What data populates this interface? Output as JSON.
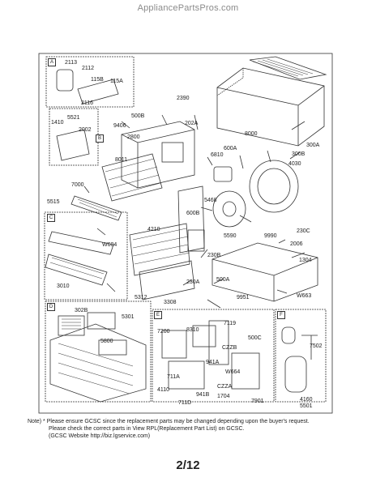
{
  "site": {
    "name": "AppliancePartsPros.com"
  },
  "sections": {
    "a": "A",
    "b": "B",
    "c": "C",
    "d": "D",
    "e": "E",
    "f": "F"
  },
  "parts": [
    "2113",
    "2112",
    "115B",
    "115A",
    "2116",
    "1410",
    "5521",
    "2002",
    "500B",
    "9406",
    "2800",
    "8011",
    "2390",
    "202A",
    "8000",
    "6810",
    "600A",
    "300B",
    "300A",
    "4030",
    "7000",
    "5515",
    "5468",
    "600B",
    "4210",
    "5590",
    "9990",
    "230C",
    "2006",
    "W604",
    "230B",
    "1304",
    "230A",
    "500A",
    "3010",
    "5312",
    "3308",
    "9951",
    "W663",
    "302B",
    "5301",
    "5800",
    "7200",
    "8310",
    "7119",
    "500C",
    "941A",
    "CZZB",
    "W664",
    "711A",
    "CZZA",
    "4110",
    "941B",
    "1704",
    "711D",
    "7901",
    "7502",
    "4160",
    "5501"
  ],
  "note": {
    "line1": "Note) * Please ensure GCSC since the replacement parts may be changed depending upon the buyer's request.",
    "line2": "Please check the correct parts in View RPL(Replacement Part List) on GCSC.",
    "line3": "(GCSC Website  http://biz.lgservice.com)"
  },
  "page": {
    "label": "2/12"
  }
}
